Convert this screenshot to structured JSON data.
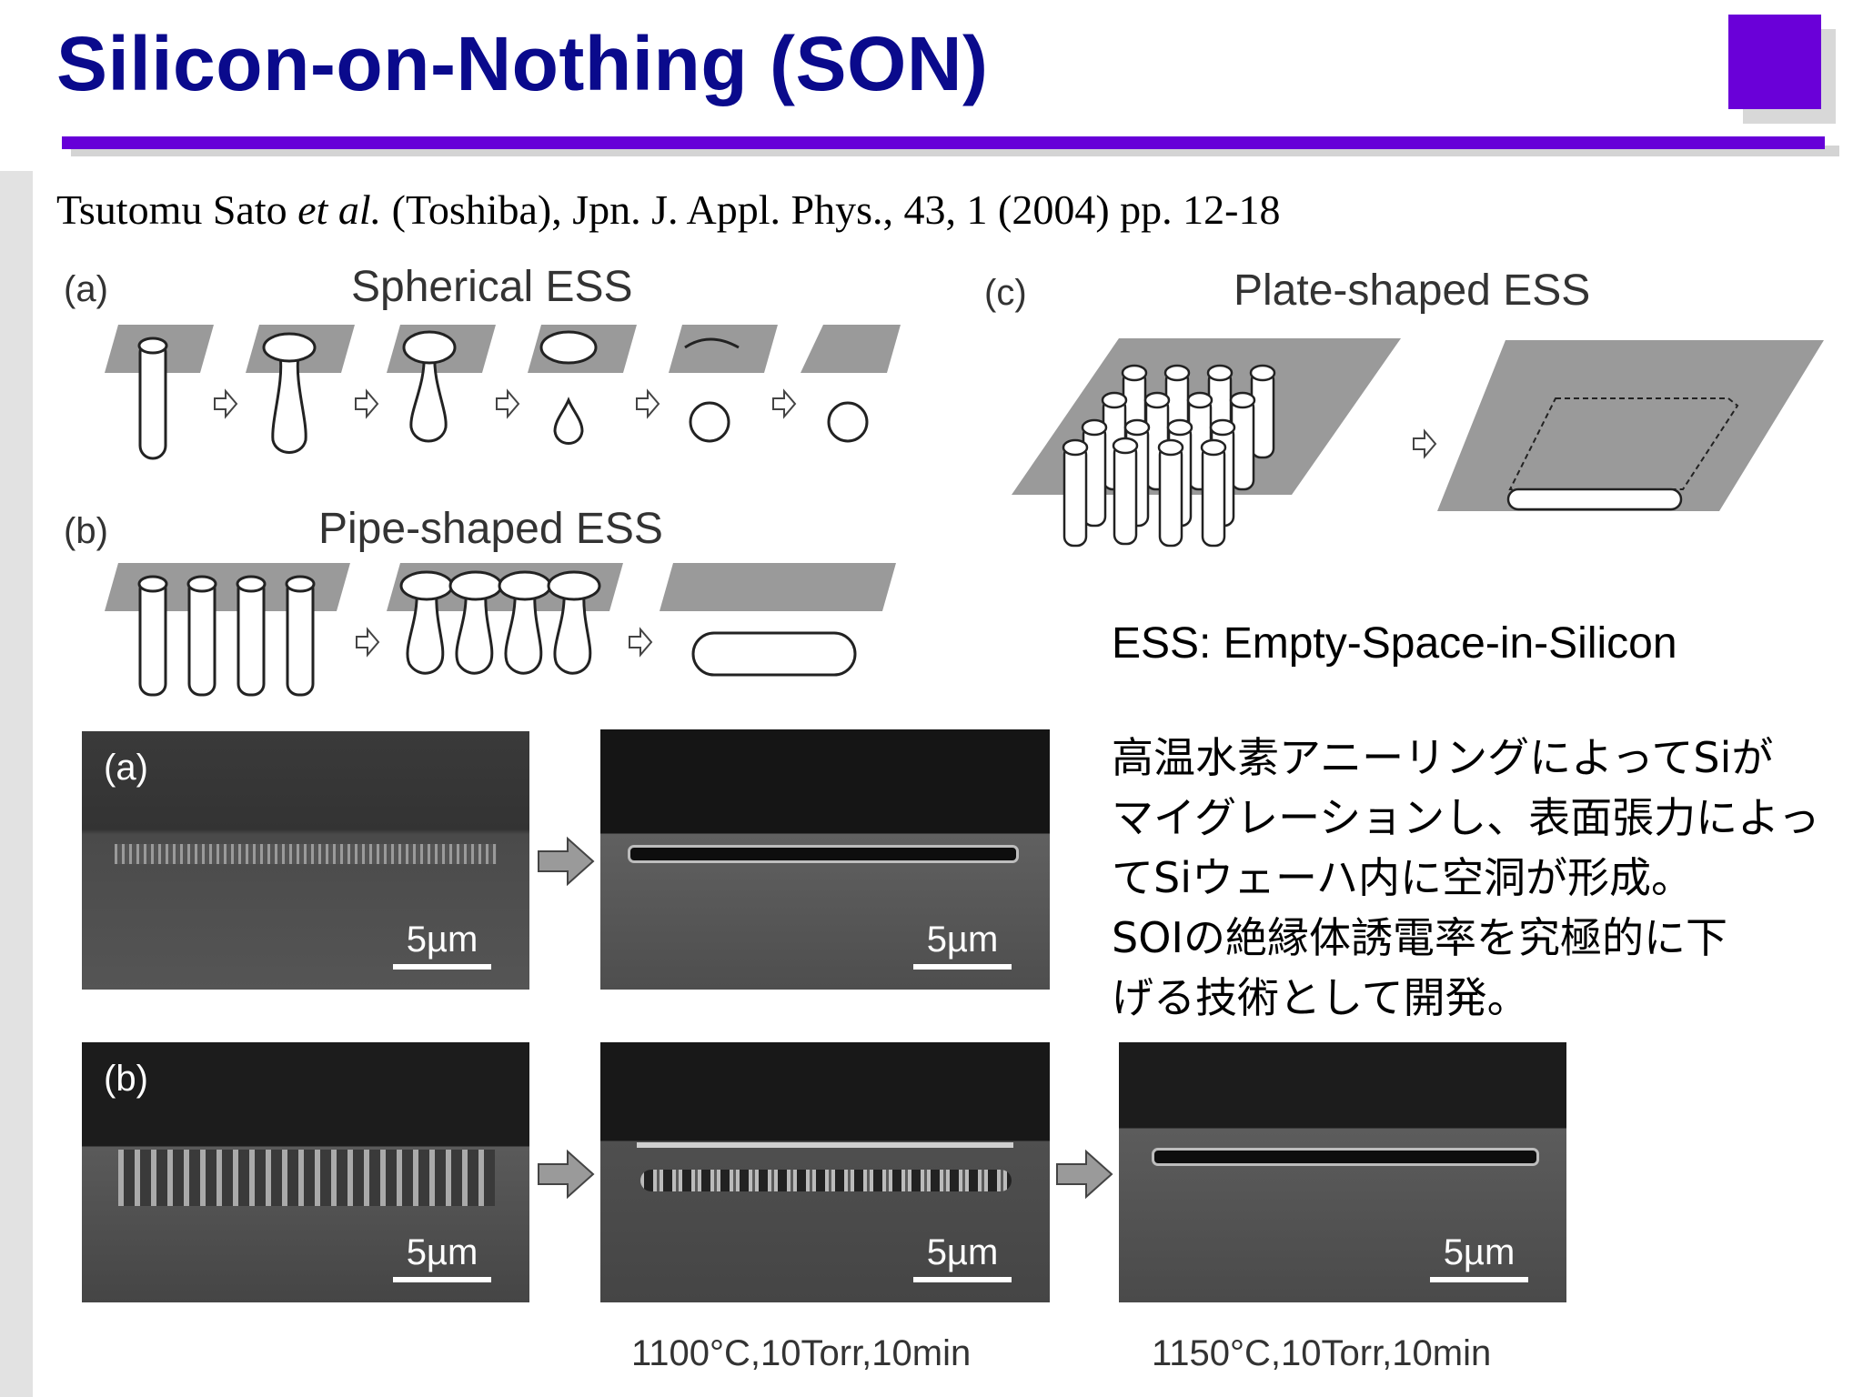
{
  "title": "Silicon-on-Nothing (SON)",
  "citation": {
    "authors": "Tsutomu Sato",
    "etal": "et al.",
    "rest": " (Toshiba), Jpn. J. Appl. Phys., 43, 1 (2004) pp. 12-18"
  },
  "diagram": {
    "a_label": "(a)",
    "a_title": "Spherical ESS",
    "b_label": "(b)",
    "b_title": "Pipe-shaped ESS",
    "c_label": "(c)",
    "c_title": "Plate-shaped ESS"
  },
  "ess_definition": "ESS: Empty-Space-in-Silicon",
  "description_lines": [
    "高温水素アニーリングによってSiが",
    "マイグレーションし、表面張力によっ",
    "てSiウェーハ内に空洞が形成。",
    "SOIの絶縁体誘電率を究極的に下",
    "げる技術として開発。"
  ],
  "sem": {
    "a_label": "(a)",
    "b_label": "(b)",
    "scale": "5µm"
  },
  "conditions": [
    "1100°C,10Torr,10min",
    "1150°C,10Torr,10min"
  ],
  "colors": {
    "title": "#0a0a8c",
    "accent": "#6600d8"
  }
}
